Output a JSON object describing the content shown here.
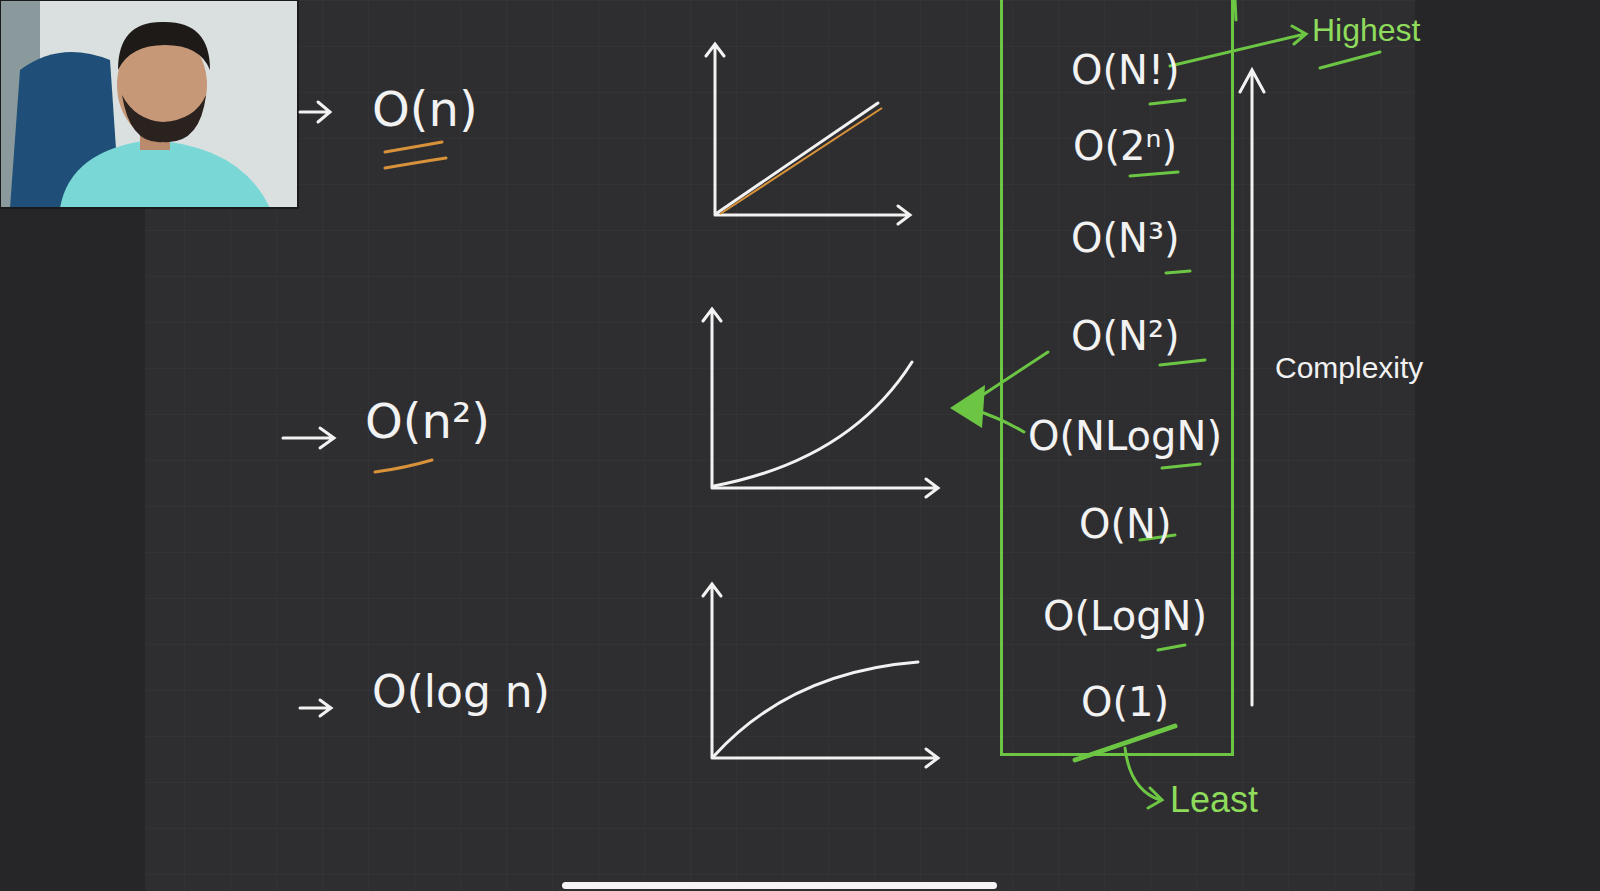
{
  "diagram": {
    "nodes": [
      {
        "text": [
          "O(N!)",
          "O(2ⁿ)",
          "O(N³)",
          "O(N²)",
          "O(NLogN)",
          "O(N)",
          "O(LogN)",
          "O(1)"
        ]
      }
    ],
    "labels": [
      "O(n)",
      "O(n²)",
      "O(log n)",
      "Highest",
      "Complexity",
      "Least"
    ]
  }
}
